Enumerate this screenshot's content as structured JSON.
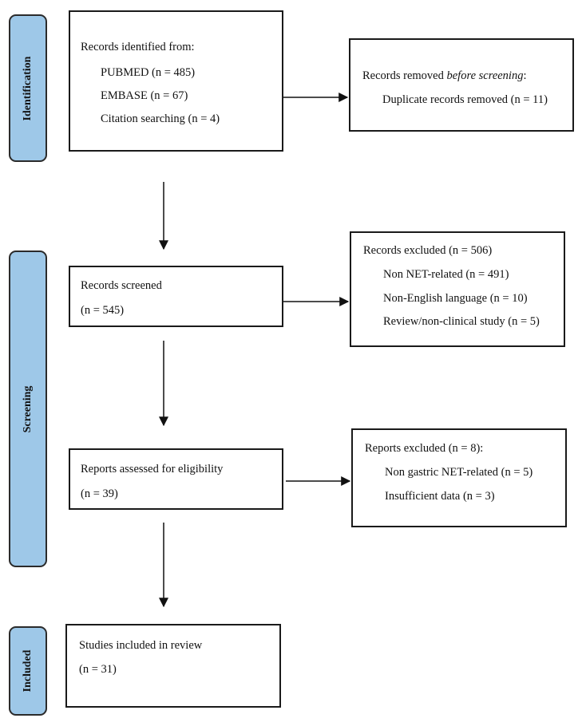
{
  "phases": {
    "identification": "Identification",
    "screening": "Screening",
    "included": "Included"
  },
  "identification": {
    "heading": "Records identified from:",
    "sources": [
      "PUBMED (n = 485)",
      "EMBASE (n = 67)",
      "Citation searching (n = 4)"
    ]
  },
  "removed": {
    "heading_prefix": "Records removed ",
    "heading_italic": "before screening",
    "heading_suffix": ":",
    "detail": "Duplicate records removed (n = 11)"
  },
  "screened": {
    "label": "Records screened",
    "count": "(n = 545)"
  },
  "excluded": {
    "heading": "Records excluded (n = 506)",
    "reasons": [
      "Non NET-related (n = 491)",
      "Non-English language (n = 10)",
      "Review/non-clinical study (n = 5)"
    ]
  },
  "assessed": {
    "label": "Reports assessed for eligibility",
    "count": "(n = 39)"
  },
  "reports_excluded": {
    "heading": "Reports excluded (n = 8):",
    "reasons": [
      "Non gastric NET-related (n = 5)",
      "Insufficient data (n = 3)"
    ]
  },
  "included": {
    "label": "Studies included in review",
    "count": "(n = 31)"
  }
}
